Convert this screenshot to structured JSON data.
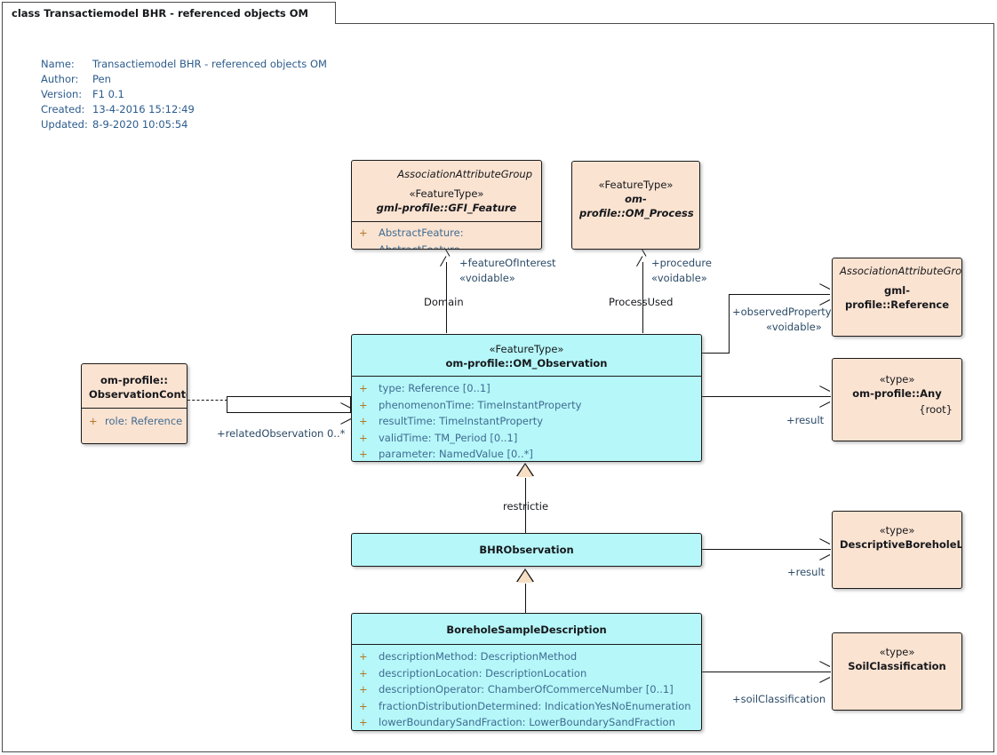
{
  "diagram": {
    "tab_label": "class Transactiemodel BHR - referenced objects OM",
    "metadata": [
      {
        "key": "Name:",
        "value": "Transactiemodel BHR - referenced objects OM"
      },
      {
        "key": "Author:",
        "value": "Pen"
      },
      {
        "key": "Version:",
        "value": "F1 0.1"
      },
      {
        "key": "Created:",
        "value": "13-4-2016 15:12:49"
      },
      {
        "key": "Updated:",
        "value": "8-9-2020 10:05:54"
      }
    ]
  },
  "colors": {
    "peach_fill": "#fbe3d1",
    "cyan_fill": "#b6f7f9",
    "border": "#1a1a1a",
    "text_blue": "#3f6c92",
    "label_blue": "#2b4a66",
    "meta_blue": "#2b5b8c",
    "generalization_fill": "#f6dfc3"
  },
  "classes": {
    "gfi_feature": {
      "association_attribute_group": "AssociationAttributeGroup",
      "stereotype": "«FeatureType»",
      "name": "gml-profile::GFI_Feature",
      "attributes": [
        {
          "visibility": "+",
          "text": "AbstractFeature: AbstractFeature"
        }
      ]
    },
    "om_process": {
      "stereotype": "«FeatureType»",
      "name": "om-profile::OM_Process"
    },
    "reference": {
      "association_attribute_group": "AssociationAttributeGroup",
      "name": "gml-profile::Reference"
    },
    "any": {
      "stereotype": "«type»",
      "name": "om-profile::Any",
      "root": "{root}"
    },
    "observation_context": {
      "name_line1": "om-profile::",
      "name_line2": "ObservationContext",
      "attributes": [
        {
          "visibility": "+",
          "text": "role: Reference"
        }
      ]
    },
    "om_observation": {
      "stereotype": "«FeatureType»",
      "name": "om-profile::OM_Observation",
      "attributes": [
        {
          "visibility": "+",
          "text": "type: Reference [0..1]"
        },
        {
          "visibility": "+",
          "text": "phenomenonTime: TimeInstantProperty"
        },
        {
          "visibility": "+",
          "text": "resultTime: TimeInstantProperty"
        },
        {
          "visibility": "+",
          "text": "validTime: TM_Period [0..1]"
        },
        {
          "visibility": "+",
          "text": "parameter: NamedValue [0..*]"
        }
      ]
    },
    "bhr_observation": {
      "name": "BHRObservation"
    },
    "descriptive_borehole_log": {
      "stereotype": "«type»",
      "name": "DescriptiveBoreholeLog"
    },
    "borehole_sample_description": {
      "name": "BoreholeSampleDescription",
      "attributes": [
        {
          "visibility": "+",
          "text": "descriptionMethod: DescriptionMethod"
        },
        {
          "visibility": "+",
          "text": "descriptionLocation: DescriptionLocation"
        },
        {
          "visibility": "+",
          "text": "descriptionOperator: ChamberOfCommerceNumber [0..1]"
        },
        {
          "visibility": "+",
          "text": "fractionDistributionDetermined: IndicationYesNoEnumeration"
        },
        {
          "visibility": "+",
          "text": "lowerBoundarySandFraction: LowerBoundarySandFraction"
        }
      ]
    },
    "soil_classification": {
      "stereotype": "«type»",
      "name": "SoilClassification"
    }
  },
  "connectors": {
    "feature_of_interest_role": "+featureOfInterest",
    "feature_of_interest_stereotype": "«voidable»",
    "domain_name": "Domain",
    "procedure_role": "+procedure",
    "procedure_stereotype": "«voidable»",
    "process_used_name": "ProcessUsed",
    "observed_property_role": "+observedProperty",
    "observed_property_stereotype": "«voidable»",
    "result_any_role": "+result",
    "related_observation_role": "+relatedObservation 0..*",
    "restrictie_label": "restrictie",
    "result_log_role": "+result",
    "soil_classification_role": "+soilClassification"
  }
}
